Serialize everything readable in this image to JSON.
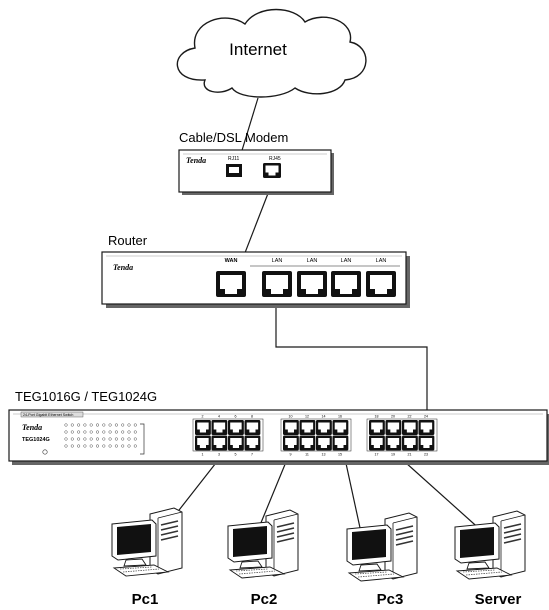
{
  "internet": {
    "label": "Internet"
  },
  "modem": {
    "title": "Cable/DSL Modem",
    "brand": "Tenda",
    "ports": [
      "RJ11",
      "RJ45"
    ]
  },
  "router": {
    "title": "Router",
    "brand": "Tenda",
    "ports": [
      "WAN",
      "LAN",
      "LAN",
      "LAN",
      "LAN"
    ]
  },
  "switch": {
    "title": "TEG1016G / TEG1024G",
    "brand": "Tenda",
    "model": "TEG1024G",
    "subtitle": "24-Port Gigabit Ethernet Switch",
    "top_numbers": [
      "2",
      "4",
      "6",
      "8",
      "10",
      "12",
      "14",
      "16",
      "18",
      "20",
      "22",
      "24"
    ],
    "bottom_numbers": [
      "1",
      "3",
      "5",
      "7",
      "9",
      "11",
      "13",
      "15",
      "17",
      "19",
      "21",
      "23"
    ]
  },
  "computers": [
    {
      "label": "Pc1"
    },
    {
      "label": "Pc2"
    },
    {
      "label": "Pc3"
    },
    {
      "label": "Server"
    }
  ],
  "colors": {
    "line": "#1a1a1a",
    "port": "#111111",
    "device_fill": "#ffffff",
    "shadow": "#555555"
  }
}
